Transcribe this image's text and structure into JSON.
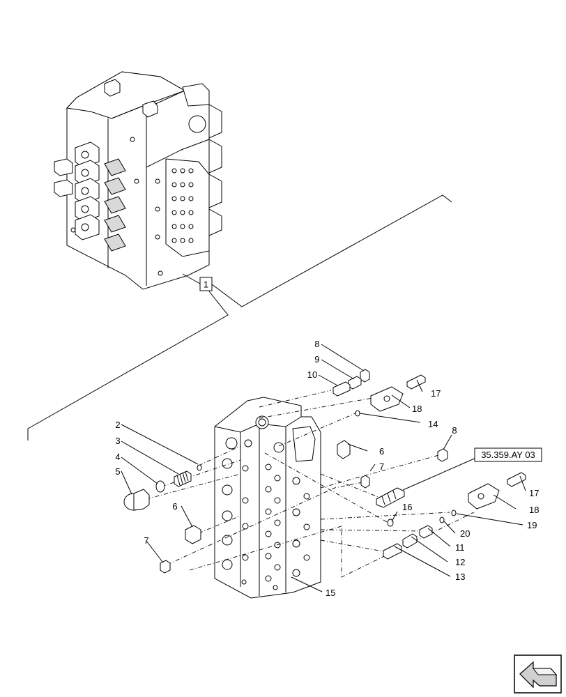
{
  "diagram": {
    "top_assembly_callout": "1",
    "reference_label": "35.359.AY 03",
    "callouts": [
      {
        "id": "c8a",
        "label": "8"
      },
      {
        "id": "c9",
        "label": "9"
      },
      {
        "id": "c10",
        "label": "10"
      },
      {
        "id": "c17a",
        "label": "17"
      },
      {
        "id": "c18a",
        "label": "18"
      },
      {
        "id": "c14",
        "label": "14"
      },
      {
        "id": "c2",
        "label": "2"
      },
      {
        "id": "c3",
        "label": "3"
      },
      {
        "id": "c4",
        "label": "4"
      },
      {
        "id": "c5",
        "label": "5"
      },
      {
        "id": "c6a",
        "label": "6"
      },
      {
        "id": "c7a",
        "label": "7"
      },
      {
        "id": "c8b",
        "label": "8"
      },
      {
        "id": "c6b",
        "label": "6"
      },
      {
        "id": "c7b",
        "label": "7"
      },
      {
        "id": "c16",
        "label": "16"
      },
      {
        "id": "c17b",
        "label": "17"
      },
      {
        "id": "c18b",
        "label": "18"
      },
      {
        "id": "c19",
        "label": "19"
      },
      {
        "id": "c20",
        "label": "20"
      },
      {
        "id": "c11",
        "label": "11"
      },
      {
        "id": "c12",
        "label": "12"
      },
      {
        "id": "c13",
        "label": "13"
      },
      {
        "id": "c15",
        "label": "15"
      }
    ]
  },
  "icons": {
    "nav": "navigation-arrow-icon"
  }
}
